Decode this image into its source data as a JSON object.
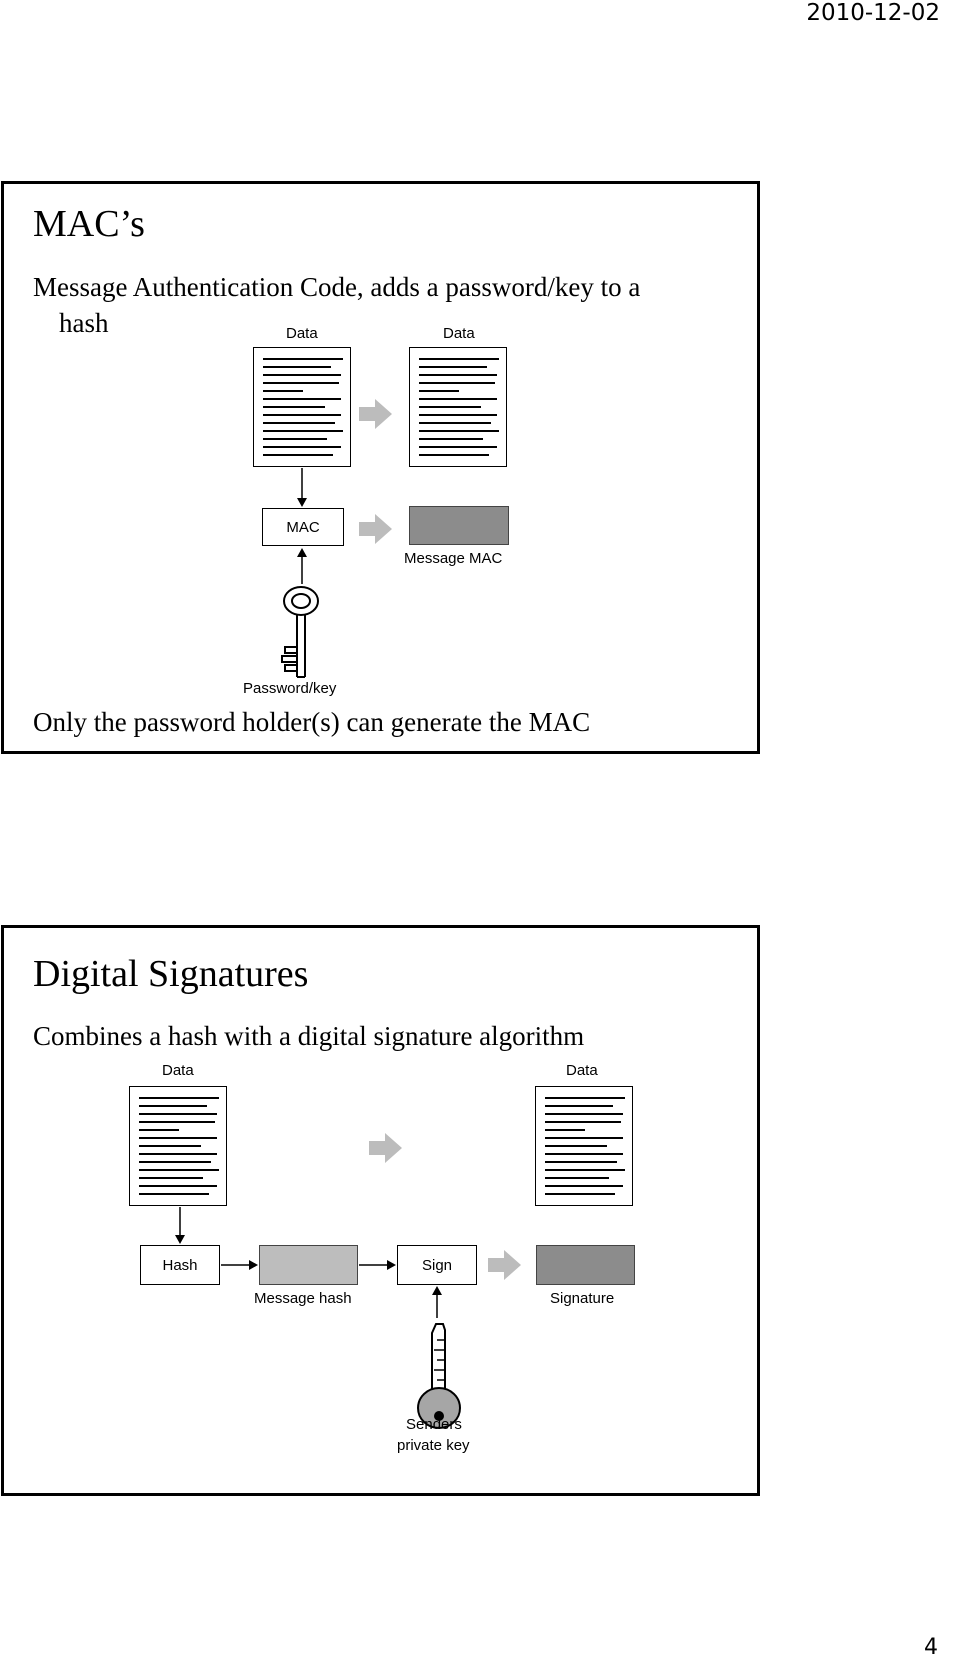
{
  "header": {
    "date": "2010-12-02"
  },
  "footer": {
    "page_number": "4"
  },
  "slide1": {
    "title": "MAC’s",
    "subtitle_line1": "Message Authentication Code, adds a password/key to a",
    "subtitle_line2": "hash",
    "diagram": {
      "data_left_label": "Data",
      "data_right_label": "Data",
      "mac_box_label": "MAC",
      "message_mac_label": "Message MAC",
      "password_key_label": "Password/key"
    },
    "footer_text": "Only the password holder(s) can generate the MAC"
  },
  "slide2": {
    "title": "Digital Signatures",
    "subtitle": "Combines a hash with a digital signature algorithm",
    "diagram": {
      "data_left_label": "Data",
      "data_right_label": "Data",
      "hash_box_label": "Hash",
      "message_hash_label": "Message hash",
      "sign_box_label": "Sign",
      "signature_label": "Signature",
      "key_label_line1": "Senders",
      "key_label_line2": "private key"
    }
  },
  "colors": {
    "message_mac_fill": "#8c8c8c",
    "message_hash_fill": "#bdbdbd",
    "signature_fill": "#8c8c8c",
    "flow_arrow": "#bcbcbc"
  }
}
